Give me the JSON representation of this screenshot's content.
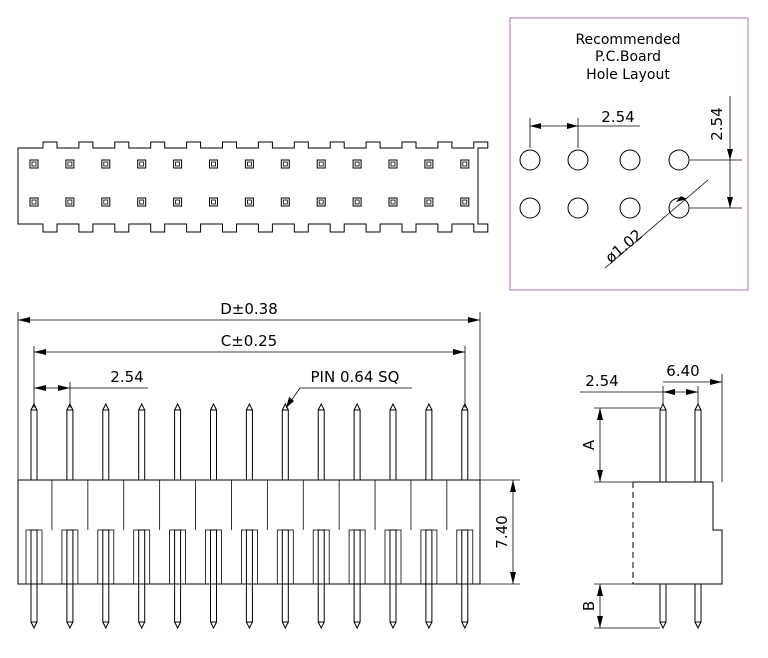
{
  "layout_box": {
    "title_lines": [
      "Recommended",
      "P.C.Board",
      "Hole Layout"
    ],
    "pitch_x": "2.54",
    "pitch_y": "2.54",
    "hole_dia": "ø1.02"
  },
  "front_view": {
    "overall_length": "D±0.38",
    "pin_span": "C±0.25",
    "pitch": "2.54",
    "pin_note": "PIN  0.64  SQ",
    "body_height": "7.40"
  },
  "side_view": {
    "row_pitch": "2.54",
    "width": "6.40",
    "upper_pin": "A",
    "lower_pin": "B"
  },
  "colors": {
    "frame": "#b48cc8",
    "line": "#000000"
  },
  "pin_count_per_row": 13
}
